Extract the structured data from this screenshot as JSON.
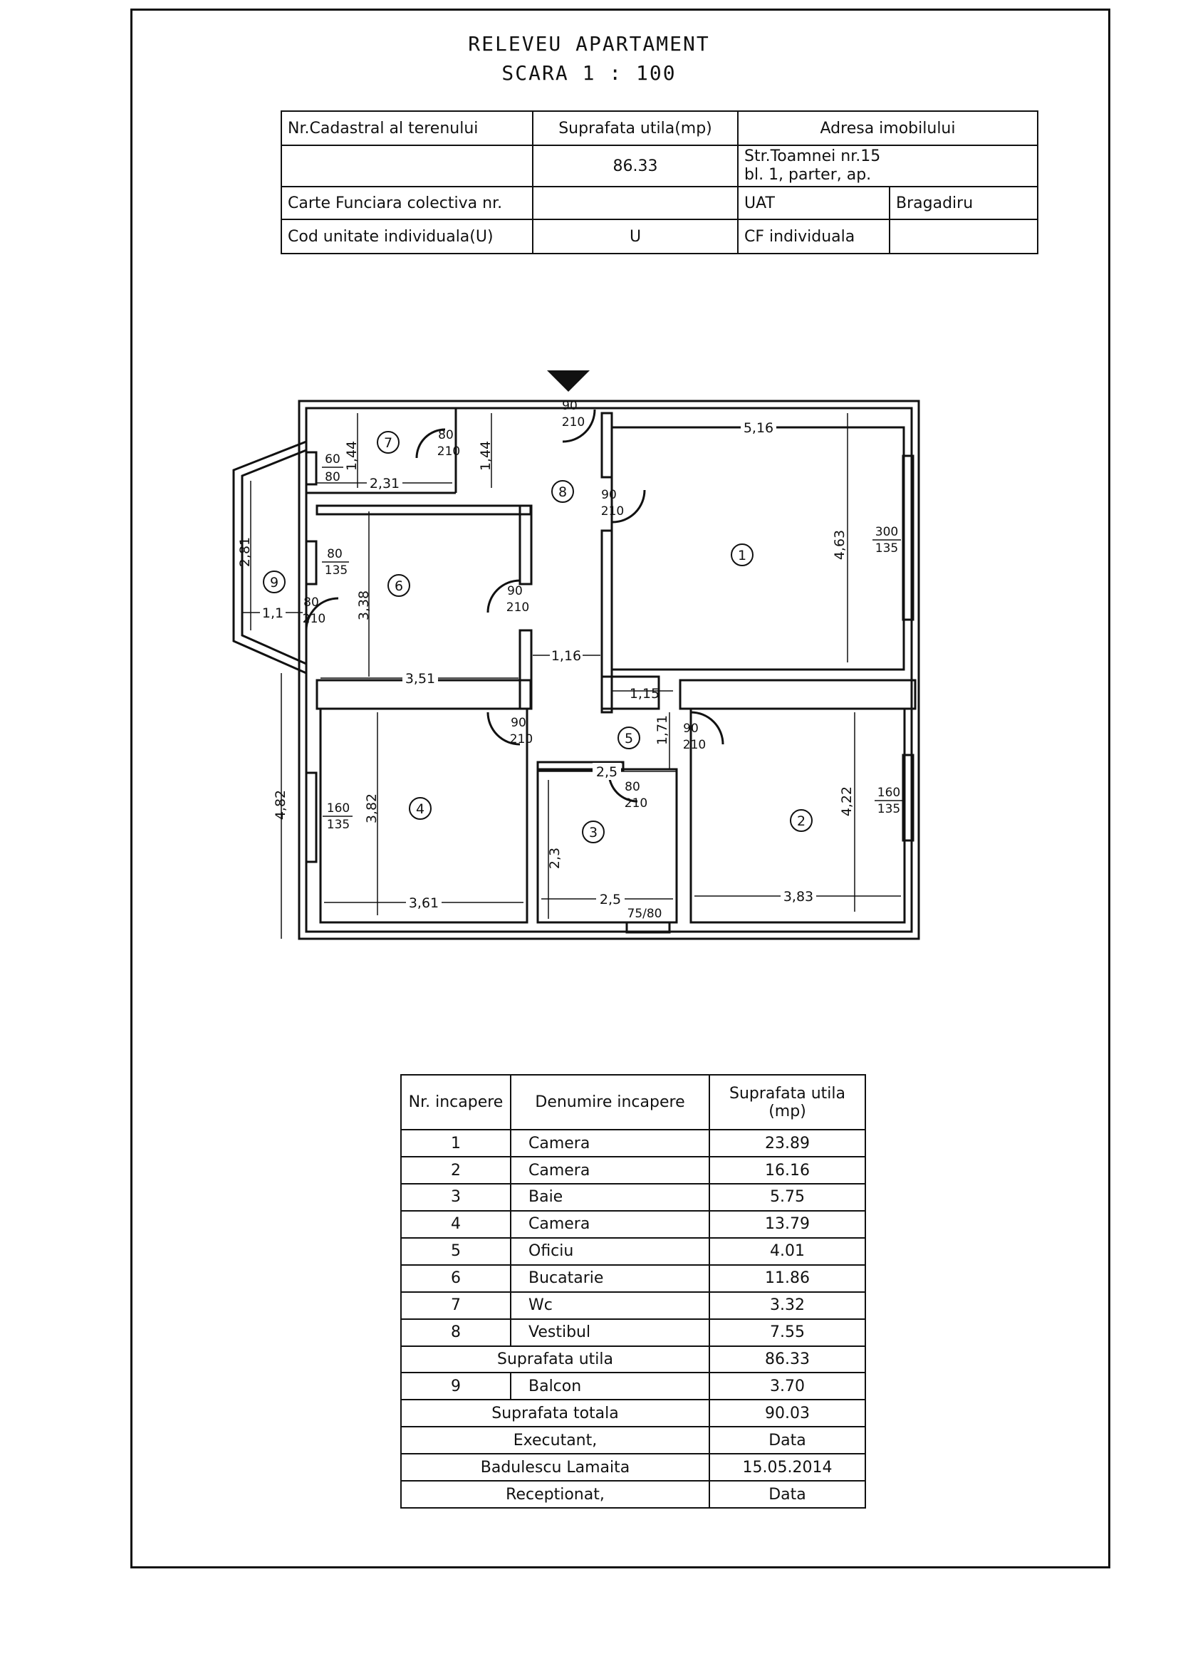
{
  "header": {
    "title": "RELEVEU APARTAMENT",
    "scale": "SCARA 1 : 100"
  },
  "info": {
    "cadastral_label": "Nr.Cadastral al terenului",
    "suprafata_label": "Suprafata utila(mp)",
    "adresa_label": "Adresa imobilului",
    "suprafata_value": "86.33",
    "address_line1": "Str.Toamnei nr.15",
    "address_line2": "bl. 1, parter, ap.",
    "carte_label": "Carte Funciara colectiva nr.",
    "uat_label": "UAT",
    "uat_value": "Bragadiru",
    "cod_label": "Cod unitate individuala(U)",
    "cod_value": "U",
    "cf_label": "CF individuala"
  },
  "plan": {
    "rooms": [
      "1",
      "2",
      "3",
      "4",
      "5",
      "6",
      "7",
      "8",
      "9"
    ],
    "dims": {
      "d516": "5,16",
      "d463": "4,63",
      "d116": "1,16",
      "d115": "1,15",
      "d171": "1,71",
      "d422": "4,22",
      "d383": "3,83",
      "d25a": "2,5",
      "d25b": "2,5",
      "d23": "2,3",
      "d361": "3,61",
      "d382": "3,82",
      "d482": "4,82",
      "d351": "3,51",
      "d338": "3,38",
      "d231": "2,31",
      "d144a": "1,44",
      "d144b": "1,44",
      "d281": "2,81",
      "d11": "1,1"
    },
    "doors": [
      {
        "w": "90",
        "h": "210"
      },
      {
        "w": "80",
        "h": "210"
      },
      {
        "w": "90",
        "h": "210"
      },
      {
        "w": "90",
        "h": "210"
      },
      {
        "w": "80",
        "h": "210"
      },
      {
        "w": "90",
        "h": "210"
      },
      {
        "w": "90",
        "h": "210"
      },
      {
        "w": "80",
        "h": "210"
      }
    ],
    "windows": [
      {
        "w": "60",
        "h": "80"
      },
      {
        "w": "80",
        "h": "135"
      },
      {
        "w": "300",
        "h": "135"
      },
      {
        "w": "160",
        "h": "135"
      },
      {
        "w": "160",
        "h": "135"
      }
    ],
    "entrance_window": "75/80"
  },
  "rooms_table": {
    "header": {
      "nr": "Nr. incapere",
      "name": "Denumire incapere",
      "area": "Suprafata utila (mp)"
    },
    "rows": [
      {
        "nr": "1",
        "name": "Camera",
        "area": "23.89"
      },
      {
        "nr": "2",
        "name": "Camera",
        "area": "16.16"
      },
      {
        "nr": "3",
        "name": "Baie",
        "area": "5.75"
      },
      {
        "nr": "4",
        "name": "Camera",
        "area": "13.79"
      },
      {
        "nr": "5",
        "name": "Oficiu",
        "area": "4.01"
      },
      {
        "nr": "6",
        "name": "Bucatarie",
        "area": "11.86"
      },
      {
        "nr": "7",
        "name": "Wc",
        "area": "3.32"
      },
      {
        "nr": "8",
        "name": "Vestibul",
        "area": "7.55"
      }
    ],
    "util_label": "Suprafata utila",
    "util_value": "86.33",
    "balcon": {
      "nr": "9",
      "name": "Balcon",
      "area": "3.70"
    },
    "total_label": "Suprafata totala",
    "total_value": "90.03",
    "executant_label": "Executant,",
    "data_label": "Data",
    "executant_name": "Badulescu Lamaita",
    "executant_date": "15.05.2014",
    "receptionat_label": "Receptionat,",
    "data_label2": "Data"
  }
}
